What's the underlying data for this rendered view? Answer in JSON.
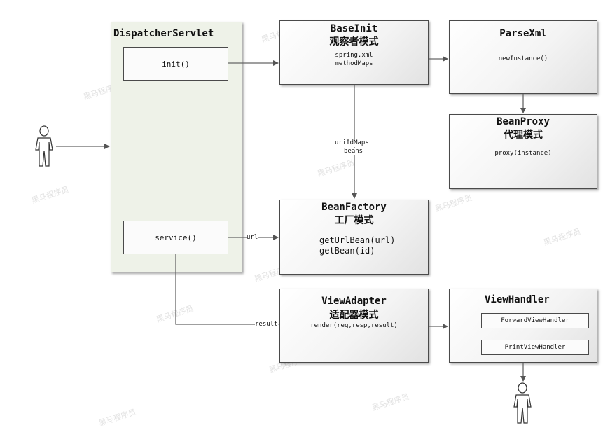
{
  "dispatcher": {
    "title": "DispatcherServlet",
    "init_label": "init()",
    "service_label": "service()"
  },
  "baseinit": {
    "title": "BaseInit",
    "subtitle": "观察者模式",
    "lines": [
      "spring.xml",
      "methodMaps"
    ]
  },
  "parsexml": {
    "title": "ParseXml",
    "lines": [
      "newInstance()"
    ]
  },
  "beanproxy": {
    "title": "BeanProxy",
    "subtitle": "代理模式",
    "lines": [
      "proxy(instance)"
    ]
  },
  "beanfactory": {
    "title": "BeanFactory",
    "subtitle": "工厂模式",
    "lines": [
      "getUrlBean(url)",
      "getBean(id)"
    ]
  },
  "viewadapter": {
    "title": "ViewAdapter",
    "subtitle": "适配器模式",
    "lines": [
      "render(req,resp,result)"
    ]
  },
  "viewhandler": {
    "title": "ViewHandler",
    "items": [
      "ForwardViewHandler",
      "PrintViewHandler"
    ]
  },
  "edges": {
    "uriidmaps": "uriIdMaps",
    "beans": "beans",
    "url": "url",
    "result": "result"
  },
  "watermark": "黑马程序员",
  "colors": {
    "dispatcher_fill": "#eef2e8",
    "border": "#4a4a4a"
  }
}
